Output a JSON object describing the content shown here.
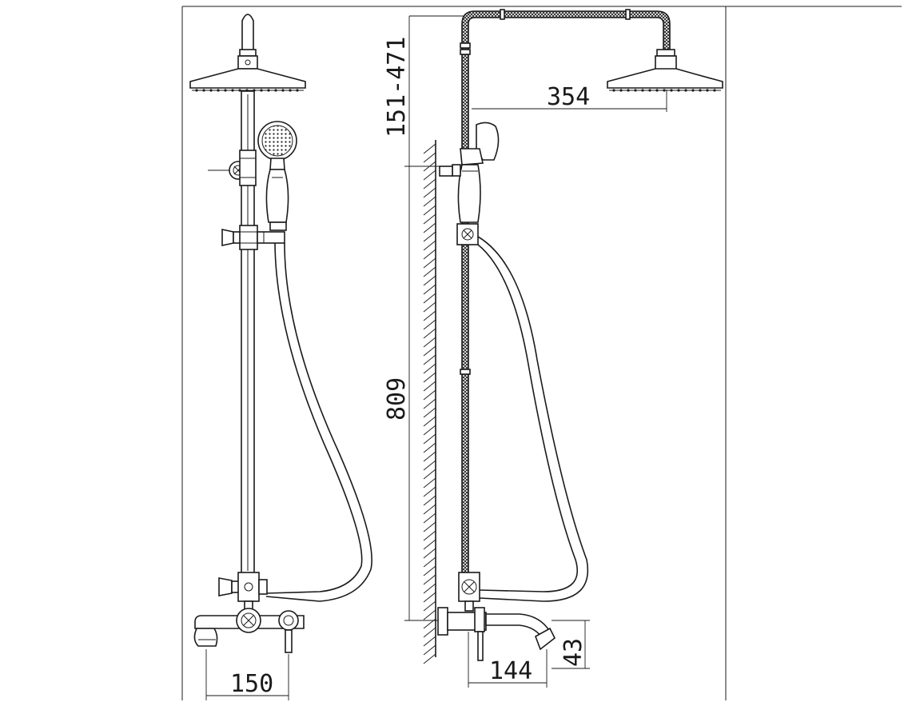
{
  "dimensions": {
    "head_height_range": "151-471",
    "head_projection": "354",
    "rail_height": "809",
    "mixer_width": "150",
    "spout_projection": "144",
    "spout_height": "43"
  },
  "colors": {
    "line": "#1a1a1a",
    "background": "#ffffff"
  }
}
